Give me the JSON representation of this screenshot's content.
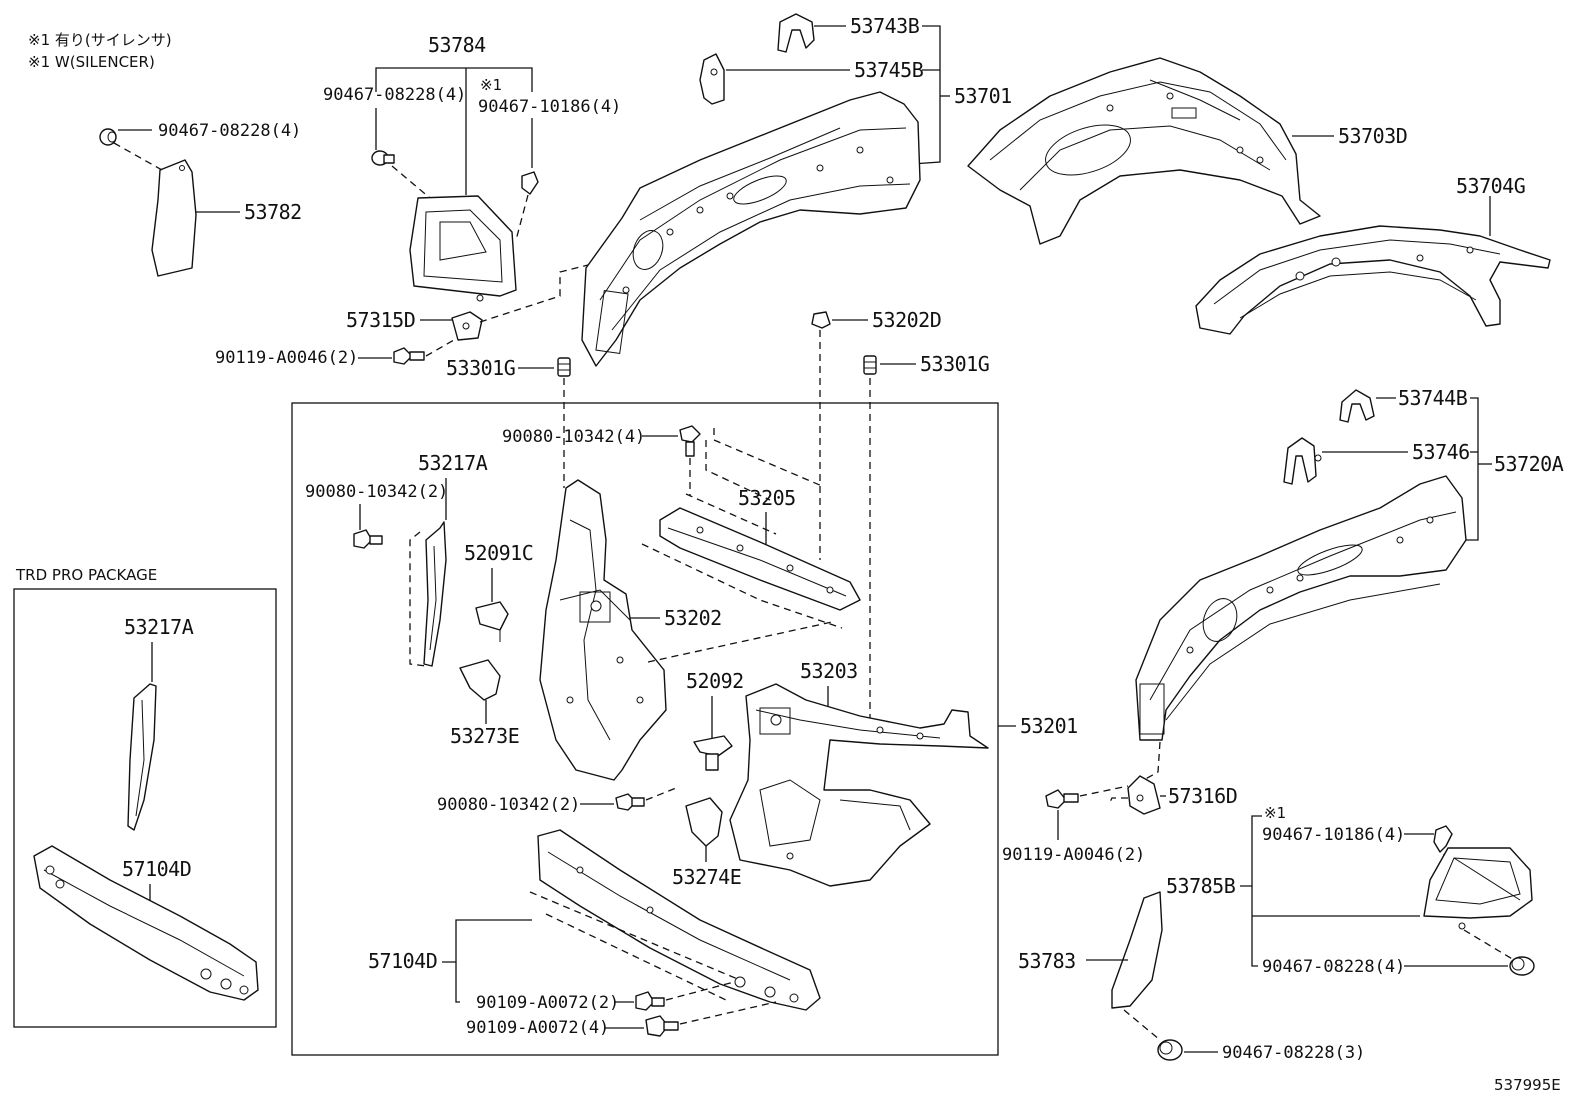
{
  "notes": {
    "line1": "※1 有り(サイレンサ)",
    "line2": "※1 W(SILENCER)"
  },
  "box_title": "TRD PRO PACKAGE",
  "figure_id": "537995E",
  "mark1": "※1",
  "labels": {
    "p53784": "53784",
    "p90467_08228_4_a": "90467-08228(4)",
    "p90467_10186_4_a": "90467-10186(4)",
    "p90467_08228_4_b": "90467-08228(4)",
    "p53782": "53782",
    "p53743B": "53743B",
    "p53745B": "53745B",
    "p53701": "53701",
    "p53703D": "53703D",
    "p53704G": "53704G",
    "p57315D": "57315D",
    "p90119_A0046_2_a": "90119-A0046(2)",
    "p53301G_a": "53301G",
    "p53202D": "53202D",
    "p53301G_b": "53301G",
    "p90080_10342_4": "90080-10342(4)",
    "p53217A_a": "53217A",
    "p90080_10342_2_a": "90080-10342(2)",
    "p52091C": "52091C",
    "p53205": "53205",
    "p53202": "53202",
    "p53273E": "53273E",
    "p52092": "52092",
    "p53203": "53203",
    "p53201": "53201",
    "p90080_10342_2_b": "90080-10342(2)",
    "p53274E": "53274E",
    "p57104D_a": "57104D",
    "p90109_A0072_2": "90109-A0072(2)",
    "p90109_A0072_4": "90109-A0072(4)",
    "p53744B": "53744B",
    "p53746": "53746",
    "p53720A": "53720A",
    "p57316D": "57316D",
    "p90119_A0046_2_b": "90119-A0046(2)",
    "p90467_10186_4_b": "90467-10186(4)",
    "p53785B": "53785B",
    "p53783": "53783",
    "p90467_08228_4_c": "90467-08228(4)",
    "p90467_08228_3": "90467-08228(3)",
    "p53217A_b": "53217A",
    "p57104D_b": "57104D"
  }
}
